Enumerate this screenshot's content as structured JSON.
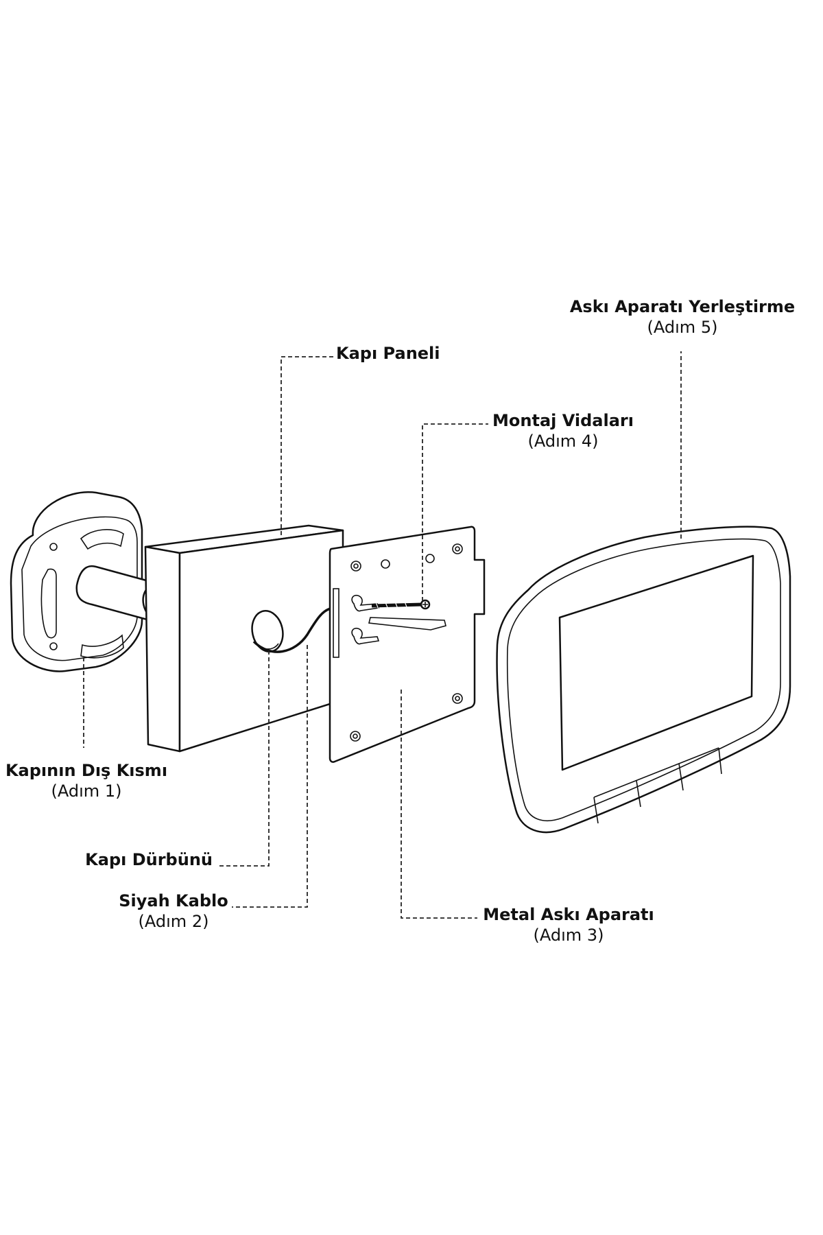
{
  "labels": {
    "outer_side": {
      "title": "Kapının Dış Kısmı",
      "step": "(Adım 1)"
    },
    "door_panel": {
      "title": "Kapı Paneli"
    },
    "peephole": {
      "title": "Kapı Dürbünü"
    },
    "black_cable": {
      "title": "Siyah Kablo",
      "step": "(Adım 2)"
    },
    "mounting_screws": {
      "title": "Montaj Vidaları",
      "step": "(Adım 4)"
    },
    "metal_bracket": {
      "title": "Metal Askı Aparatı",
      "step": "(Adım 3)"
    },
    "bracket_placement": {
      "title": "Askı Aparatı Yerleştirme",
      "step": "(Adım 5)"
    }
  },
  "colors": {
    "ink": "#111111",
    "background": "#ffffff"
  }
}
